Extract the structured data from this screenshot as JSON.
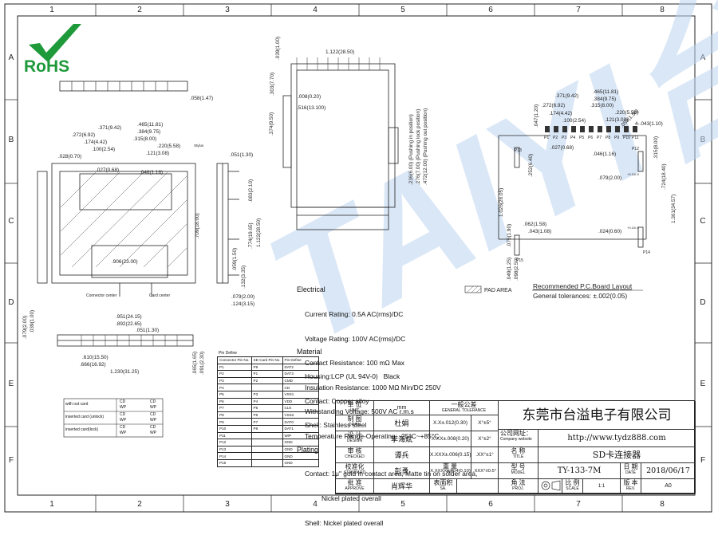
{
  "grid": {
    "columns": [
      "1",
      "2",
      "3",
      "4",
      "5",
      "6",
      "7",
      "8"
    ],
    "rows": [
      "A",
      "B",
      "C",
      "D",
      "E",
      "F"
    ]
  },
  "logo": {
    "text": "RoHS"
  },
  "watermark": {
    "text": "TAIYI台溢"
  },
  "dimensions": {
    "top_left": {
      "d058": ".058(1.47)",
      "d371": ".371(9.42)",
      "d272": ".272(6.92)",
      "d174": ".174(4.42)",
      "d100": ".100(2.54)",
      "d028": ".028(0.70)",
      "d465": ".465(11.81)",
      "d384": ".384(9.75)",
      "d315": ".315(8.00)",
      "d220": ".220(5.58)",
      "d121": ".121(3.08)",
      "d027": ".027(0.68)",
      "d046": ".046(1.16)",
      "d906": ".906(23.00)",
      "d709": ".709(18.00)",
      "connector_center": "Connector center",
      "card_center": "Card center",
      "stylus": "Stylus"
    },
    "side_left": {
      "d051": ".051(1.30)",
      "d083": ".083(2.10)",
      "d774": ".774(19.65)",
      "d1122": "1.122(28.50)",
      "d132": ".132(3.35)",
      "d059": ".059(1.50)",
      "d079": ".079(2.00)",
      "d124": ".124(3.15)"
    },
    "bottom_left": {
      "d079v": ".079(2.00)",
      "d039": ".039(1.00)",
      "d951": ".951(24.15)",
      "d892": ".892(22.65)",
      "d051": ".051(1.30)",
      "d610": ".610(15.50)",
      "d666": ".666(16.92)",
      "d1230": "1.230(31.25)",
      "d065": ".065(1.65)",
      "d091": ".091(2.30)"
    },
    "center": {
      "d039": ".039(1.00)",
      "d1122": "1.122(28.50)",
      "d303": ".303(7.70)",
      "d008": ".008(0.20)",
      "d516": ".516(13.100)",
      "d374": ".374(9.50)",
      "d236": ".236(6.00) (Pushing in position)",
      "d276": ".276(7.00) (Pushing lock position)",
      "d472": ".472(12.00) (Pushing out position)"
    },
    "right": {
      "d465": ".465(11.81)",
      "d384": ".384(9.75)",
      "d371": ".371(9.42)",
      "d315": ".315(8.00)",
      "d272": ".272(6.92)",
      "d220": ".220(5.58)",
      "d174": ".174(4.42)",
      "d121": ".121(3.08)",
      "d100": ".100(2.54)",
      "d047": ".047(1.20)",
      "d059": ".059(1.50)",
      "d043": "4-.043(1.10)",
      "d027": ".027(0.68)",
      "d046": ".046(1.16)",
      "d315v": ".315(8.00)",
      "d252": ".252(6.40)",
      "d079": ".079(2.00)",
      "d079tol": "+0.10/-0",
      "d724": ".724(18.40)",
      "d1026": "1.026(26.05)",
      "d1361": "1.361(34.57)",
      "d062": ".062(1.58)",
      "d043b": ".043(1.08)",
      "d075": ".075(1.90)",
      "d049": ".049(1.25)",
      "d098": ".098(2.50)",
      "d024": ".024(0.60)",
      "d024tol": "+0.10/-0",
      "pins": [
        "P1",
        "P2",
        "P3",
        "P4",
        "P5",
        "P6",
        "P7",
        "P8",
        "P9",
        "P10",
        "P11"
      ],
      "p12": "P12",
      "p13": "P13",
      "p14": "P14",
      "p15": "P15"
    }
  },
  "pad_area": "PAD AREA",
  "recommended_layout": "Recommended P.C.Board Layout",
  "general_tolerances": "General tolerances: ±.002(0.05)",
  "specs": {
    "electrical": "Electrical",
    "electrical_lines": [
      "Current Rating: 0.5A AC(rms)/DC",
      "Voltage Rating: 100V AC(rms)/DC",
      "Contact Resistance: 100 mΩ Max",
      "Insulation Resistance: 1000 MΩ Min/DC 250V",
      "Withstanding Voltage: 500V AC r.m.s",
      "Temperature Range-Operating: -25°C~+85°C"
    ],
    "material": "Material",
    "material_lines": [
      "Housing:LCP (UL 94V-0)   Black",
      "Contact: Copper alloy",
      "Shell: Stainless steel"
    ],
    "plating": "Plating",
    "plating_lines": [
      "Contact: 1μ\" gold in contact area, Matte tin on solder area,",
      "         Nickel plated overall",
      "Shell: Nickel plated overall"
    ]
  },
  "switch_table": {
    "rows": [
      {
        "label": "with out card",
        "a1": "CD",
        "a2": "WP",
        "b1": "CD",
        "b2": "WP"
      },
      {
        "label": "inserted card (unlock)",
        "a1": "CD",
        "a2": "WP",
        "b1": "CD",
        "b2": "WP"
      },
      {
        "label": "inserted card(lock)",
        "a1": "CD",
        "a2": "WP",
        "b1": "CD",
        "b2": "WP"
      }
    ]
  },
  "pin_define": {
    "title": "Pin Define",
    "headers": [
      "Connector Pin No.",
      "SD Card Pin No.",
      "Pin Define"
    ],
    "rows": [
      [
        "P1",
        "P9",
        "DAT2"
      ],
      [
        "P2",
        "P1",
        "DAT3"
      ],
      [
        "P3",
        "P2",
        "CMD"
      ],
      [
        "P4",
        "",
        "CD"
      ],
      [
        "P5",
        "P3",
        "VSS1"
      ],
      [
        "P6",
        "P4",
        "VDD"
      ],
      [
        "P7",
        "P5",
        "CLK"
      ],
      [
        "P8",
        "P6",
        "VSS2"
      ],
      [
        "P9",
        "P7",
        "DAT0"
      ],
      [
        "P10",
        "P8",
        "DAT1"
      ],
      [
        "P11",
        "",
        "W/P"
      ],
      [
        "P12",
        "",
        "GND"
      ],
      [
        "P13",
        "",
        "GND"
      ],
      [
        "P14",
        "",
        "GND"
      ],
      [
        "P15",
        "",
        "GND"
      ]
    ]
  },
  "title_block": {
    "unit_label": "单 位",
    "unit_sub": "UNIT",
    "unit_value": "mm",
    "tol_label": "一般公差",
    "tol_sub": "GENERAL TOLERANCE",
    "draw_label": "制 图",
    "draw_sub": "DRAW",
    "draw_name": "杜娟",
    "design_label": "设 计",
    "design_sub": "DESIGN",
    "design_name": "李海斌",
    "checked_label": "审 核",
    "checked_sub": "CHECKED",
    "checked_name": "谭兵",
    "standard_label": "校准化",
    "standard_sub": "STANDARD",
    "standard_name": "彭勇",
    "approve_label": "批 准",
    "approve_sub": "APPROVE",
    "approve_name": "肖辉华",
    "tol1": "X.X±.012(0.30)",
    "ang1": "X°±5°",
    "tol2": "X.XX±.008(0.20)",
    "ang2": "X°±2°",
    "tol3": "X.XXX±.006(0.15)",
    "ang3": ".XX°±1°",
    "tol4": "X.XXXX±.004(0.10)",
    "ang4": ".XXX°±0.5°",
    "company": "东莞市台溢电子有限公司",
    "website_label": "公司网址：",
    "website_sub": "Company website",
    "website": "http://www.tydz888.com",
    "name_label": "名 称",
    "name_sub": "TITLE",
    "name_value": "SD卡连接器",
    "weight_label": "重 量",
    "weight_sub": "WT.",
    "model_label": "型 号",
    "model_sub": "MODEL",
    "model_value": "TY-133-7M",
    "date_label": "日 期",
    "date_sub": "DATE",
    "date_value": "2018/06/17",
    "surface_label": "表面积",
    "surface_sub": "SA.",
    "angle_label": "角 法",
    "angle_sub": "PROJ.",
    "scale_label": "比 例",
    "scale_sub": "SCALE",
    "scale_value": "1:1",
    "rev_label": "版 本",
    "rev_sub": "REV.",
    "rev_value": "A0"
  }
}
